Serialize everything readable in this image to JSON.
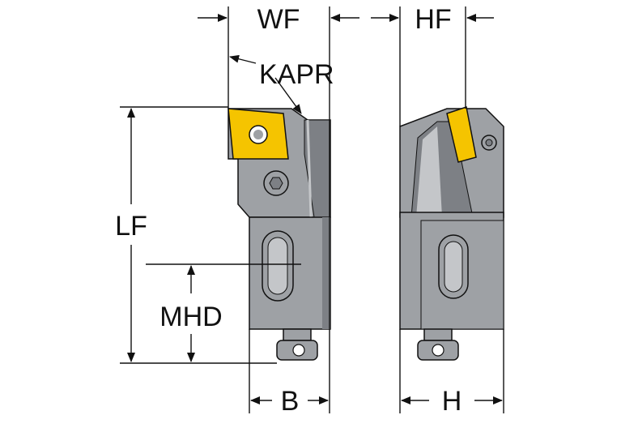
{
  "labels": {
    "wf": "WF",
    "hf": "HF",
    "kapr": "KAPR",
    "lf": "LF",
    "mhd": "MHD",
    "b": "B",
    "h": "H"
  },
  "colors": {
    "body": "#9ea1a5",
    "body_dark": "#7d8085",
    "body_light": "#c4c6c9",
    "insert": "#f5c400",
    "line": "#111111"
  }
}
